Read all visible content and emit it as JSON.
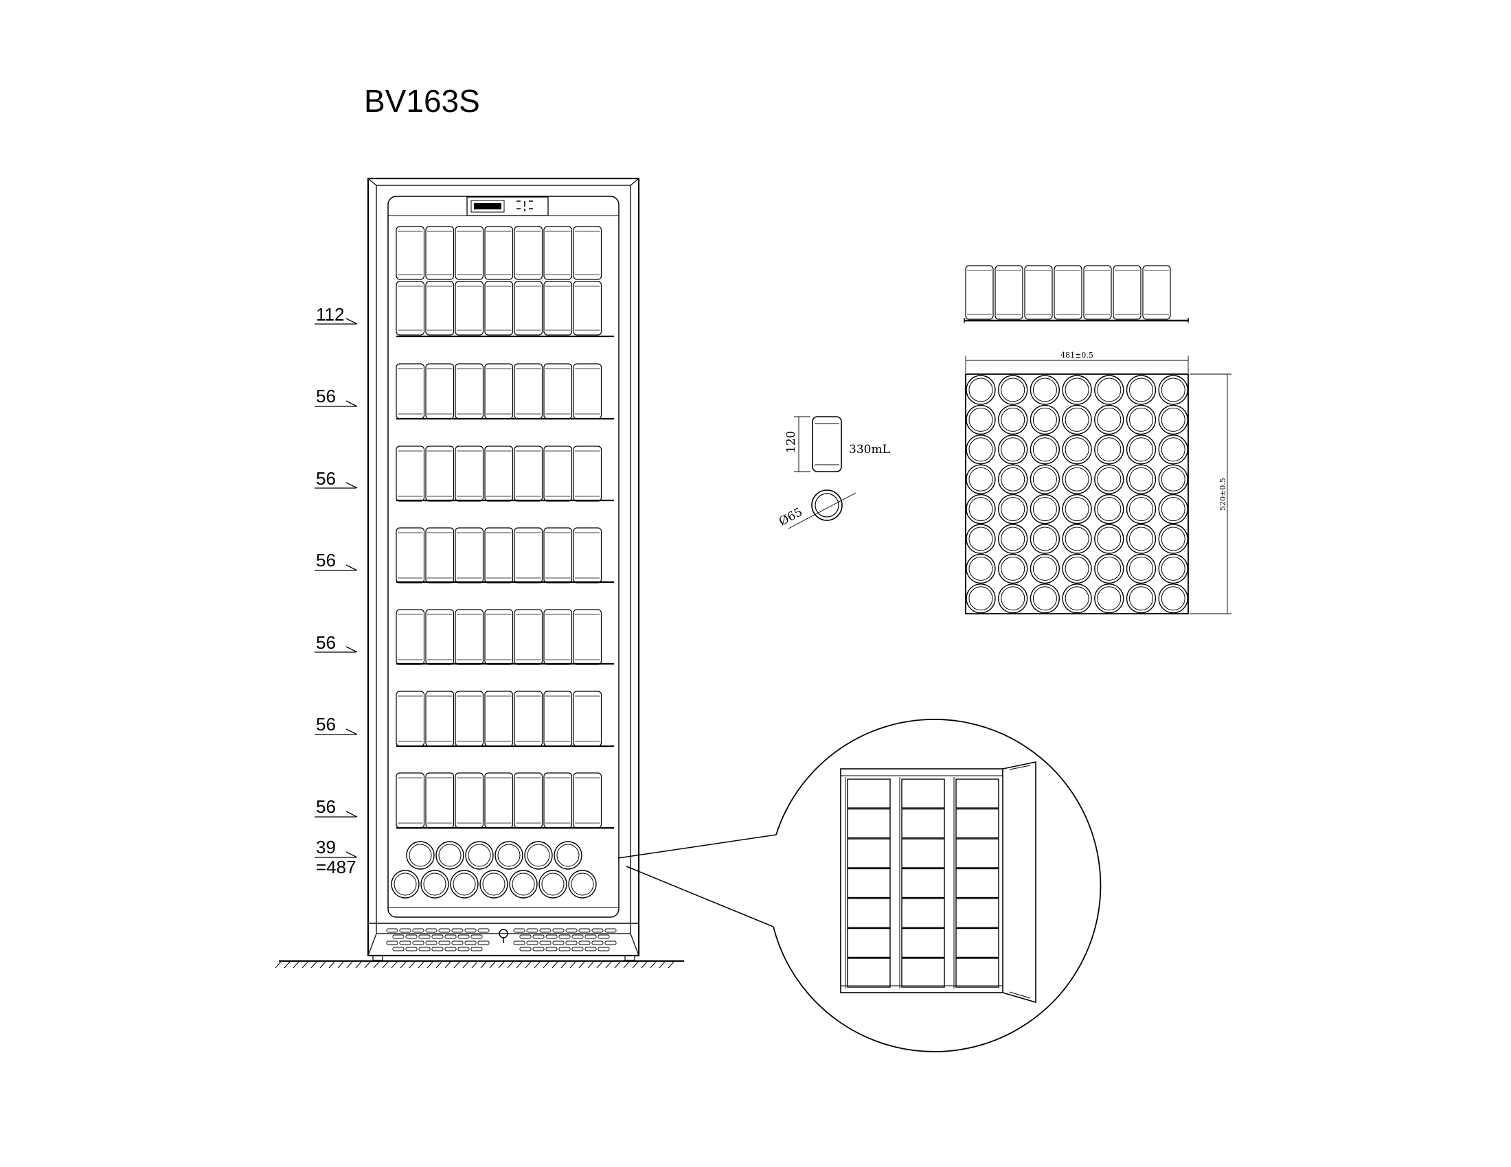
{
  "title": "BV163S",
  "shelf_capacities": [
    "112",
    "56",
    "56",
    "56",
    "56",
    "56",
    "56",
    "39"
  ],
  "total_capacity": "=487",
  "can": {
    "height_label": "120",
    "volume_label": "330mL",
    "diameter_label": "Ø65"
  },
  "tray": {
    "width_label": "481±0.5",
    "depth_label": "520±0.5"
  },
  "icons": {
    "control_panel": "control-panel-icon",
    "door_lock": "lock-icon"
  },
  "colors": {
    "line": "#000000",
    "background": "#ffffff"
  }
}
